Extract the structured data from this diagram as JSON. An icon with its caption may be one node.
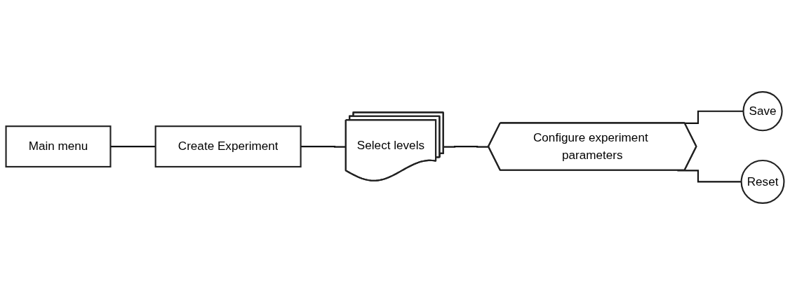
{
  "diagram": {
    "nodes": [
      {
        "text": [
          "Main menu"
        ]
      },
      {
        "text": [
          "Create Experiment"
        ]
      },
      {
        "text": [
          "Select levels"
        ]
      },
      {
        "text": [
          "Configure experiment parameters"
        ]
      },
      {
        "text": [
          "Save"
        ]
      },
      {
        "text": [
          "Reset"
        ]
      }
    ],
    "edges": [
      {
        "from": 0,
        "to": 1,
        "arrow": "none"
      },
      {
        "from": 1,
        "to": 2,
        "arrow": "none"
      },
      {
        "from": 2,
        "to": 3,
        "arrow": "none"
      },
      {
        "from": 3,
        "to": 4,
        "arrow": "none"
      },
      {
        "from": 3,
        "to": 5,
        "arrow": "none"
      }
    ]
  }
}
